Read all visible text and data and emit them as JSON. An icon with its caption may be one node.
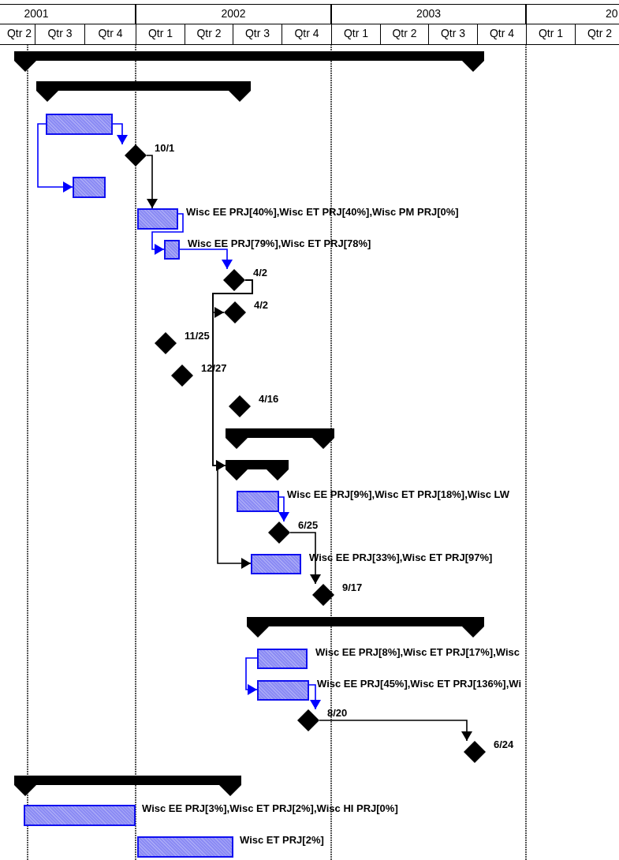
{
  "diagram": {
    "nodes": [
      {
        "text": [],
        "shape": "bar"
      },
      {
        "text": [],
        "shape": "bar"
      },
      {
        "text": [],
        "shape": "box"
      },
      {
        "text": [],
        "shape": "diamond",
        "beside": [
          "10/1"
        ]
      },
      {
        "text": [],
        "shape": "box"
      },
      {
        "text": [],
        "shape": "box",
        "beside": [
          "Wisc EE PRJ[40%],Wisc ET PRJ[40%],Wisc PM PRJ[0%]"
        ]
      },
      {
        "text": [],
        "shape": "box",
        "beside": [
          "Wisc EE PRJ[79%],Wisc ET PRJ[78%]"
        ]
      },
      {
        "text": [],
        "shape": "diamond",
        "beside": [
          "4/2"
        ]
      },
      {
        "text": [],
        "shape": "diamond",
        "beside": [
          "4/2"
        ]
      },
      {
        "text": [],
        "shape": "diamond",
        "beside": [
          "11/25"
        ]
      },
      {
        "text": [],
        "shape": "diamond",
        "beside": [
          "12/27"
        ]
      },
      {
        "text": [],
        "shape": "diamond",
        "beside": [
          "4/16"
        ]
      },
      {
        "text": [],
        "shape": "bar"
      },
      {
        "text": [],
        "shape": "bar"
      },
      {
        "text": [],
        "shape": "box",
        "beside": [
          "Wisc EE PRJ[9%],Wisc ET PRJ[18%],Wisc LW"
        ]
      },
      {
        "text": [],
        "shape": "diamond",
        "beside": [
          "6/25"
        ]
      },
      {
        "text": [],
        "shape": "box",
        "beside": [
          "Wisc EE PRJ[33%],Wisc ET PRJ[97%]"
        ]
      },
      {
        "text": [],
        "shape": "diamond",
        "beside": [
          "9/17"
        ]
      },
      {
        "text": [],
        "shape": "bar"
      },
      {
        "text": [],
        "shape": "box",
        "beside": [
          "Wisc EE PRJ[8%],Wisc ET PRJ[17%],Wisc"
        ]
      },
      {
        "text": [],
        "shape": "box",
        "beside": [
          "Wisc EE PRJ[45%],Wisc ET PRJ[136%],Wi"
        ]
      },
      {
        "text": [],
        "shape": "diamond",
        "beside": [
          "8/20"
        ]
      },
      {
        "text": [],
        "shape": "diamond",
        "beside": [
          "6/24"
        ]
      },
      {
        "text": [],
        "shape": "bar"
      },
      {
        "text": [],
        "shape": "box",
        "beside": [
          "Wisc EE PRJ[3%],Wisc ET PRJ[2%],Wisc HI PRJ[0%]"
        ]
      },
      {
        "text": [],
        "shape": "box",
        "beside": [
          "Wisc ET PRJ[2%]"
        ]
      }
    ],
    "edges": [
      {
        "from": 2,
        "to": 3,
        "arrow": "to"
      },
      {
        "from": 2,
        "to": 4,
        "arrow": "to"
      },
      {
        "from": 3,
        "to": 5,
        "arrow": "to",
        "color": "#000000"
      },
      {
        "from": 5,
        "to": 6,
        "arrow": "to"
      },
      {
        "from": 6,
        "to": 7,
        "arrow": "to"
      },
      {
        "from": 7,
        "to": 8,
        "arrow": "to",
        "color": "#000000"
      },
      {
        "from": 7,
        "to": 13,
        "arrow": "to",
        "color": "#000000"
      },
      {
        "from": 7,
        "to": 16,
        "arrow": "to",
        "color": "#000000"
      },
      {
        "from": 14,
        "to": 15,
        "arrow": "to"
      },
      {
        "from": 15,
        "to": 17,
        "arrow": "to",
        "color": "#000000"
      },
      {
        "from": 19,
        "to": 20,
        "arrow": "to"
      },
      {
        "from": 20,
        "to": 21,
        "arrow": "to"
      },
      {
        "from": 21,
        "to": 22,
        "arrow": "to",
        "color": "#000000"
      }
    ],
    "labels": [
      "2001",
      "2002",
      "2003",
      "20",
      "Qtr 2",
      "Qtr 3",
      "Qtr 4",
      "Qtr 1",
      "Qtr 2",
      "Qtr 3",
      "Qtr 4",
      "Qtr 1",
      "Qtr 2",
      "Qtr 3",
      "Qtr 4",
      "Qtr 1",
      "Qtr 2"
    ]
  }
}
